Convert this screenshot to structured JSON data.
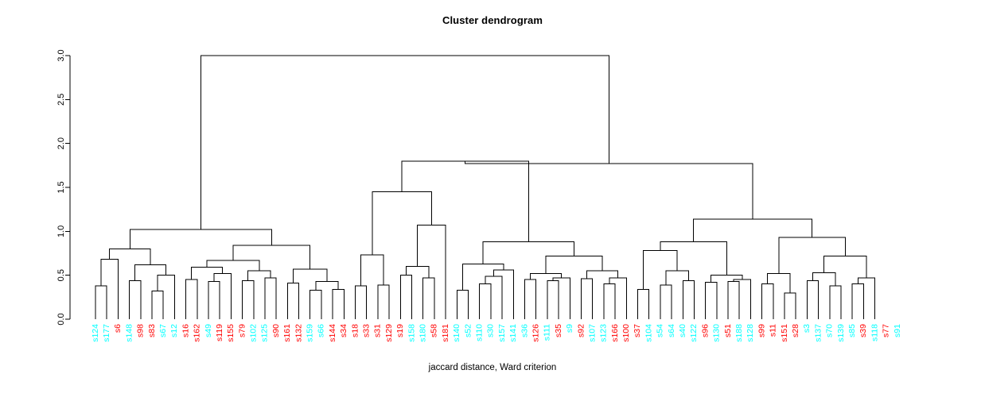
{
  "plot": {
    "title": "Cluster dendrogram",
    "xlabel": "jaccard distance, Ward criterion",
    "ylabel": ""
  },
  "colors": {
    "cluster_a": "#00FFFF",
    "cluster_b": "#FF0000",
    "axis": "#000000",
    "branch": "#000000",
    "background": "#FFFFFF"
  },
  "chart_data": {
    "type": "dendrogram",
    "title": "Cluster dendrogram",
    "xlabel": "jaccard distance, Ward criterion",
    "ylabel": "",
    "ylim": [
      0.0,
      3.0
    ],
    "yticks": [
      "0.0",
      "0.5",
      "1.0",
      "1.5",
      "2.0",
      "2.5",
      "3.0"
    ],
    "ytick_values": [
      0.0,
      0.5,
      1.0,
      1.5,
      2.0,
      2.5,
      3.0
    ],
    "grid": false,
    "legend": "none",
    "n_leaves": 70,
    "distance_metric": "jaccard",
    "linkage_criterion": "Ward",
    "leaves": [
      {
        "label": "s124",
        "color": "#00FFFF"
      },
      {
        "label": "s177",
        "color": "#00FFFF"
      },
      {
        "label": "s6",
        "color": "#FF0000"
      },
      {
        "label": "s148",
        "color": "#00FFFF"
      },
      {
        "label": "s98",
        "color": "#FF0000"
      },
      {
        "label": "s83",
        "color": "#FF0000"
      },
      {
        "label": "s67",
        "color": "#00FFFF"
      },
      {
        "label": "s12",
        "color": "#00FFFF"
      },
      {
        "label": "s16",
        "color": "#FF0000"
      },
      {
        "label": "s162",
        "color": "#FF0000"
      },
      {
        "label": "s49",
        "color": "#00FFFF"
      },
      {
        "label": "s119",
        "color": "#FF0000"
      },
      {
        "label": "s155",
        "color": "#FF0000"
      },
      {
        "label": "s79",
        "color": "#FF0000"
      },
      {
        "label": "s102",
        "color": "#00FFFF"
      },
      {
        "label": "s125",
        "color": "#00FFFF"
      },
      {
        "label": "s90",
        "color": "#FF0000"
      },
      {
        "label": "s161",
        "color": "#FF0000"
      },
      {
        "label": "s132",
        "color": "#FF0000"
      },
      {
        "label": "s159",
        "color": "#00FFFF"
      },
      {
        "label": "s66",
        "color": "#00FFFF"
      },
      {
        "label": "s144",
        "color": "#FF0000"
      },
      {
        "label": "s34",
        "color": "#FF0000"
      },
      {
        "label": "s18",
        "color": "#FF0000"
      },
      {
        "label": "s33",
        "color": "#FF0000"
      },
      {
        "label": "s31",
        "color": "#FF0000"
      },
      {
        "label": "s129",
        "color": "#FF0000"
      },
      {
        "label": "s19",
        "color": "#FF0000"
      },
      {
        "label": "s158",
        "color": "#00FFFF"
      },
      {
        "label": "s180",
        "color": "#00FFFF"
      },
      {
        "label": "s58",
        "color": "#FF0000"
      },
      {
        "label": "s181",
        "color": "#FF0000"
      },
      {
        "label": "s140",
        "color": "#00FFFF"
      },
      {
        "label": "s52",
        "color": "#00FFFF"
      },
      {
        "label": "s110",
        "color": "#00FFFF"
      },
      {
        "label": "s30",
        "color": "#00FFFF"
      },
      {
        "label": "s157",
        "color": "#00FFFF"
      },
      {
        "label": "s141",
        "color": "#00FFFF"
      },
      {
        "label": "s36",
        "color": "#00FFFF"
      },
      {
        "label": "s126",
        "color": "#FF0000"
      },
      {
        "label": "s111",
        "color": "#00FFFF"
      },
      {
        "label": "s35",
        "color": "#FF0000"
      },
      {
        "label": "s9",
        "color": "#00FFFF"
      },
      {
        "label": "s92",
        "color": "#FF0000"
      },
      {
        "label": "s107",
        "color": "#00FFFF"
      },
      {
        "label": "s123",
        "color": "#00FFFF"
      },
      {
        "label": "s166",
        "color": "#FF0000"
      },
      {
        "label": "s100",
        "color": "#FF0000"
      },
      {
        "label": "s37",
        "color": "#FF0000"
      },
      {
        "label": "s104",
        "color": "#00FFFF"
      },
      {
        "label": "s54",
        "color": "#00FFFF"
      },
      {
        "label": "s64",
        "color": "#00FFFF"
      },
      {
        "label": "s40",
        "color": "#00FFFF"
      },
      {
        "label": "s122",
        "color": "#00FFFF"
      },
      {
        "label": "s96",
        "color": "#FF0000"
      },
      {
        "label": "s130",
        "color": "#00FFFF"
      },
      {
        "label": "s51",
        "color": "#FF0000"
      },
      {
        "label": "s188",
        "color": "#00FFFF"
      },
      {
        "label": "s128",
        "color": "#00FFFF"
      },
      {
        "label": "s99",
        "color": "#FF0000"
      },
      {
        "label": "s11",
        "color": "#FF0000"
      },
      {
        "label": "s151",
        "color": "#FF0000"
      },
      {
        "label": "s28",
        "color": "#FF0000"
      },
      {
        "label": "s3",
        "color": "#00FFFF"
      },
      {
        "label": "s137",
        "color": "#00FFFF"
      },
      {
        "label": "s70",
        "color": "#00FFFF"
      },
      {
        "label": "s139",
        "color": "#00FFFF"
      },
      {
        "label": "s85",
        "color": "#00FFFF"
      },
      {
        "label": "s39",
        "color": "#FF0000"
      },
      {
        "label": "s118",
        "color": "#00FFFF"
      },
      {
        "label": "s77",
        "color": "#FF0000"
      },
      {
        "label": "s91",
        "color": "#00FFFF"
      }
    ],
    "merges": [
      {
        "id": "m1",
        "left": {
          "leaf": 0
        },
        "right": {
          "leaf": 1
        },
        "height": 0.38
      },
      {
        "id": "m2",
        "left": {
          "node": "m1"
        },
        "right": {
          "leaf": 2
        },
        "height": 0.68
      },
      {
        "id": "m3",
        "left": {
          "leaf": 3
        },
        "right": {
          "leaf": 4
        },
        "height": 0.44
      },
      {
        "id": "m4",
        "left": {
          "leaf": 5
        },
        "right": {
          "leaf": 6
        },
        "height": 0.32
      },
      {
        "id": "m5",
        "left": {
          "node": "m4"
        },
        "right": {
          "leaf": 7
        },
        "height": 0.5
      },
      {
        "id": "m6",
        "left": {
          "node": "m3"
        },
        "right": {
          "node": "m5"
        },
        "height": 0.62
      },
      {
        "id": "m7",
        "left": {
          "node": "m2"
        },
        "right": {
          "node": "m6"
        },
        "height": 0.8
      },
      {
        "id": "m8",
        "left": {
          "leaf": 8
        },
        "right": {
          "leaf": 9
        },
        "height": 0.45
      },
      {
        "id": "m9",
        "left": {
          "leaf": 10
        },
        "right": {
          "leaf": 11
        },
        "height": 0.43
      },
      {
        "id": "m10",
        "left": {
          "node": "m9"
        },
        "right": {
          "leaf": 12
        },
        "height": 0.52
      },
      {
        "id": "m11",
        "left": {
          "node": "m8"
        },
        "right": {
          "node": "m10"
        },
        "height": 0.59
      },
      {
        "id": "m12",
        "left": {
          "leaf": 13
        },
        "right": {
          "leaf": 14
        },
        "height": 0.44
      },
      {
        "id": "m13",
        "left": {
          "leaf": 15
        },
        "right": {
          "leaf": 16
        },
        "height": 0.47
      },
      {
        "id": "m14",
        "left": {
          "node": "m12"
        },
        "right": {
          "node": "m13"
        },
        "height": 0.55
      },
      {
        "id": "m15",
        "left": {
          "node": "m11"
        },
        "right": {
          "node": "m14"
        },
        "height": 0.67
      },
      {
        "id": "m16",
        "left": {
          "leaf": 17
        },
        "right": {
          "leaf": 18
        },
        "height": 0.41
      },
      {
        "id": "m17",
        "left": {
          "leaf": 19
        },
        "right": {
          "leaf": 20
        },
        "height": 0.33
      },
      {
        "id": "m18",
        "left": {
          "leaf": 21
        },
        "right": {
          "leaf": 22
        },
        "height": 0.34
      },
      {
        "id": "m19",
        "left": {
          "node": "m17"
        },
        "right": {
          "node": "m18"
        },
        "height": 0.43
      },
      {
        "id": "m20",
        "left": {
          "node": "m16"
        },
        "right": {
          "node": "m19"
        },
        "height": 0.57
      },
      {
        "id": "m21",
        "left": {
          "node": "m15"
        },
        "right": {
          "node": "m20"
        },
        "height": 0.84
      },
      {
        "id": "m22",
        "left": {
          "node": "m7"
        },
        "right": {
          "node": "m21"
        },
        "height": 1.02
      },
      {
        "id": "m23",
        "left": {
          "leaf": 23
        },
        "right": {
          "leaf": 24
        },
        "height": 0.38
      },
      {
        "id": "m24",
        "left": {
          "leaf": 25
        },
        "right": {
          "leaf": 26
        },
        "height": 0.39
      },
      {
        "id": "m25",
        "left": {
          "node": "m23"
        },
        "right": {
          "node": "m24"
        },
        "height": 0.73
      },
      {
        "id": "m26",
        "left": {
          "leaf": 27
        },
        "right": {
          "leaf": 28
        },
        "height": 0.5
      },
      {
        "id": "m27",
        "left": {
          "leaf": 29
        },
        "right": {
          "leaf": 30
        },
        "height": 0.47
      },
      {
        "id": "m28",
        "left": {
          "node": "m26"
        },
        "right": {
          "node": "m27"
        },
        "height": 0.6
      },
      {
        "id": "m29",
        "left": {
          "node": "m28"
        },
        "right": {
          "leaf": 31
        },
        "height": 1.07
      },
      {
        "id": "m30",
        "left": {
          "node": "m25"
        },
        "right": {
          "node": "m29"
        },
        "height": 1.45
      },
      {
        "id": "m31",
        "left": {
          "leaf": 32
        },
        "right": {
          "leaf": 33
        },
        "height": 0.33
      },
      {
        "id": "m32",
        "left": {
          "leaf": 34
        },
        "right": {
          "leaf": 35
        },
        "height": 0.4
      },
      {
        "id": "m33",
        "left": {
          "node": "m32"
        },
        "right": {
          "leaf": 36
        },
        "height": 0.49
      },
      {
        "id": "m34",
        "left": {
          "node": "m33"
        },
        "right": {
          "leaf": 37
        },
        "height": 0.56
      },
      {
        "id": "m35",
        "left": {
          "node": "m31"
        },
        "right": {
          "node": "m34"
        },
        "height": 0.63
      },
      {
        "id": "m36",
        "left": {
          "leaf": 38
        },
        "right": {
          "leaf": 39
        },
        "height": 0.45
      },
      {
        "id": "m37",
        "left": {
          "leaf": 40
        },
        "right": {
          "leaf": 41
        },
        "height": 0.44
      },
      {
        "id": "m38",
        "left": {
          "node": "m37"
        },
        "right": {
          "leaf": 42
        },
        "height": 0.47
      },
      {
        "id": "m39",
        "left": {
          "node": "m36"
        },
        "right": {
          "node": "m38"
        },
        "height": 0.52
      },
      {
        "id": "m40",
        "left": {
          "leaf": 43
        },
        "right": {
          "leaf": 44
        },
        "height": 0.46
      },
      {
        "id": "m41",
        "left": {
          "leaf": 45
        },
        "right": {
          "leaf": 46
        },
        "height": 0.4
      },
      {
        "id": "m42",
        "left": {
          "node": "m41"
        },
        "right": {
          "leaf": 47
        },
        "height": 0.47
      },
      {
        "id": "m43",
        "left": {
          "node": "m40"
        },
        "right": {
          "node": "m42"
        },
        "height": 0.55
      },
      {
        "id": "m44",
        "left": {
          "node": "m39"
        },
        "right": {
          "node": "m43"
        },
        "height": 0.72
      },
      {
        "id": "m45",
        "left": {
          "node": "m35"
        },
        "right": {
          "node": "m44"
        },
        "height": 0.88
      },
      {
        "id": "m46",
        "left": {
          "node": "m30"
        },
        "right": {
          "node": "m45"
        },
        "height": 1.8
      },
      {
        "id": "m47",
        "left": {
          "leaf": 48
        },
        "right": {
          "leaf": 49
        },
        "height": 0.34
      },
      {
        "id": "m48",
        "left": {
          "leaf": 50
        },
        "right": {
          "leaf": 51
        },
        "height": 0.39
      },
      {
        "id": "m49",
        "left": {
          "leaf": 52
        },
        "right": {
          "leaf": 53
        },
        "height": 0.44
      },
      {
        "id": "m50",
        "left": {
          "node": "m48"
        },
        "right": {
          "node": "m49"
        },
        "height": 0.55
      },
      {
        "id": "m51",
        "left": {
          "node": "m47"
        },
        "right": {
          "node": "m50"
        },
        "height": 0.78
      },
      {
        "id": "m52",
        "left": {
          "leaf": 54
        },
        "right": {
          "leaf": 55
        },
        "height": 0.42
      },
      {
        "id": "m53",
        "left": {
          "leaf": 56
        },
        "right": {
          "leaf": 57
        },
        "height": 0.43
      },
      {
        "id": "m54",
        "left": {
          "node": "m53"
        },
        "right": {
          "leaf": 58
        },
        "height": 0.45
      },
      {
        "id": "m55",
        "left": {
          "node": "m52"
        },
        "right": {
          "node": "m54"
        },
        "height": 0.5
      },
      {
        "id": "m56",
        "left": {
          "node": "m51"
        },
        "right": {
          "node": "m55"
        },
        "height": 0.88
      },
      {
        "id": "m57",
        "left": {
          "leaf": 59
        },
        "right": {
          "leaf": 60
        },
        "height": 0.4
      },
      {
        "id": "m58",
        "left": {
          "leaf": 61
        },
        "right": {
          "leaf": 62
        },
        "height": 0.3
      },
      {
        "id": "m59",
        "left": {
          "node": "m57"
        },
        "right": {
          "node": "m58"
        },
        "height": 0.52
      },
      {
        "id": "m60",
        "left": {
          "leaf": 63
        },
        "right": {
          "leaf": 64
        },
        "height": 0.44
      },
      {
        "id": "m61",
        "left": {
          "leaf": 65
        },
        "right": {
          "leaf": 66
        },
        "height": 0.38
      },
      {
        "id": "m62",
        "left": {
          "node": "m60"
        },
        "right": {
          "node": "m61"
        },
        "height": 0.53
      },
      {
        "id": "m63",
        "left": {
          "leaf": 67
        },
        "right": {
          "leaf": 68
        },
        "height": 0.4
      },
      {
        "id": "m64",
        "left": {
          "leaf": 69
        },
        "right": {
          "node": "m63"
        },
        "height": 0.47
      },
      {
        "id": "m65",
        "left": {
          "node": "m62"
        },
        "right": {
          "node": "m64"
        },
        "height": 0.72
      },
      {
        "id": "m66",
        "left": {
          "node": "m59"
        },
        "right": {
          "node": "m65"
        },
        "height": 0.93
      },
      {
        "id": "m67",
        "left": {
          "node": "m56"
        },
        "right": {
          "node": "m66"
        },
        "height": 1.14
      },
      {
        "id": "m68",
        "left": {
          "node": "m46"
        },
        "right": {
          "node": "m67"
        },
        "height": 1.77
      },
      {
        "id": "m69",
        "left": {
          "node": "m22"
        },
        "right": {
          "node": "m68"
        },
        "height": 3.0
      }
    ]
  }
}
